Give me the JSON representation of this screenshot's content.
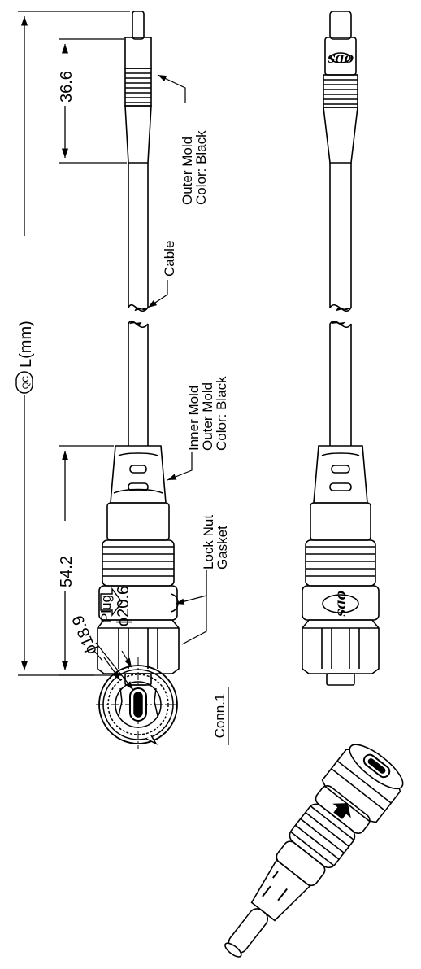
{
  "dimensions": {
    "total_length": "L(mm)",
    "qc_symbol": "QC",
    "top_mold_length": "36.6",
    "bottom_connector_length": "54.2",
    "outer_diameter": "ϕ20.6",
    "inner_diameter": "ϕ18.9"
  },
  "callouts": {
    "outer_mold_top_1": "Outer Mold",
    "outer_mold_top_2": "Color: Black",
    "cable": "Cable",
    "inner_mold": "Inner Mold",
    "outer_mold_bottom": "Outer Mold",
    "color_bottom": "Color: Black",
    "lock_nut": "Lock Nut",
    "gasket": "Gasket",
    "plug": "Plug"
  },
  "section_label": "Conn.1",
  "logo_text": "ODS",
  "colors": {
    "line": "#000000",
    "background": "#ffffff"
  }
}
